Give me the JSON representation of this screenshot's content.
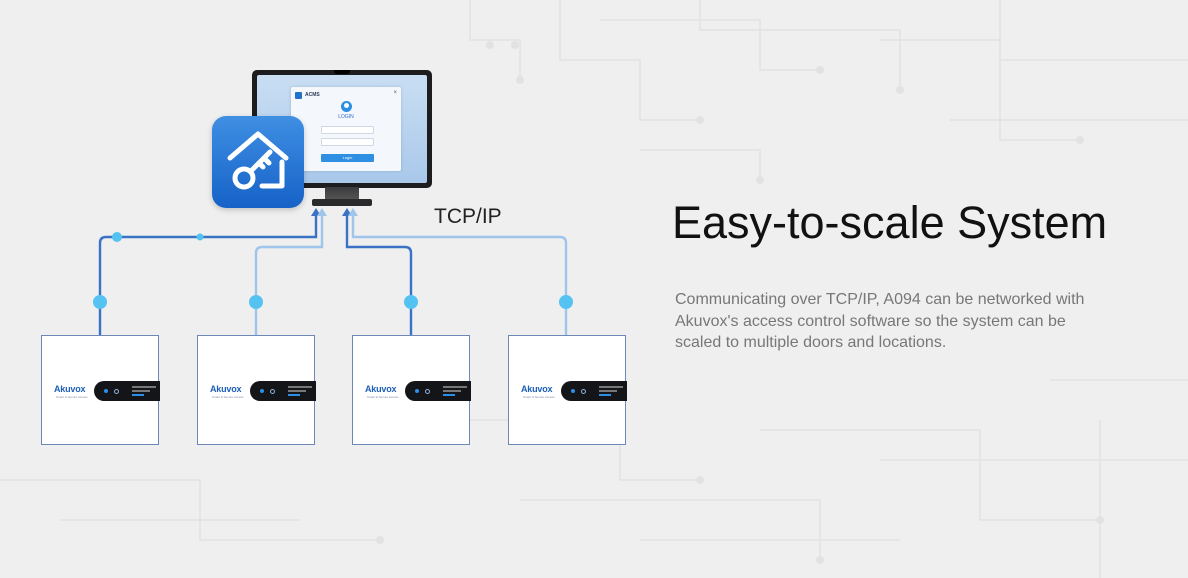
{
  "heading": "Easy-to-scale System",
  "description": "Communicating over TCP/IP, A094 can be networked with Akuvox's access control software so the system can be scaled to multiple doors and locations.",
  "connection_label": "TCP/IP",
  "software": {
    "app_name": "ACMS",
    "close_glyph": "×",
    "login_title": "LOGIN",
    "login_button": "Login"
  },
  "devices": [
    {
      "brand": "Akuvox",
      "tagline": "Smart & Secure Access"
    },
    {
      "brand": "Akuvox",
      "tagline": "Smart & Secure Access"
    },
    {
      "brand": "Akuvox",
      "tagline": "Smart & Secure Access"
    },
    {
      "brand": "Akuvox",
      "tagline": "Smart & Secure Access"
    }
  ],
  "colors": {
    "line_dark": "#3a72c6",
    "line_light": "#9fc6ea",
    "node": "#55c3f2",
    "brand_blue": "#1d5fb8",
    "background": "#efefef"
  },
  "icons": [
    "house-key-icon",
    "user-icon",
    "close-icon"
  ]
}
